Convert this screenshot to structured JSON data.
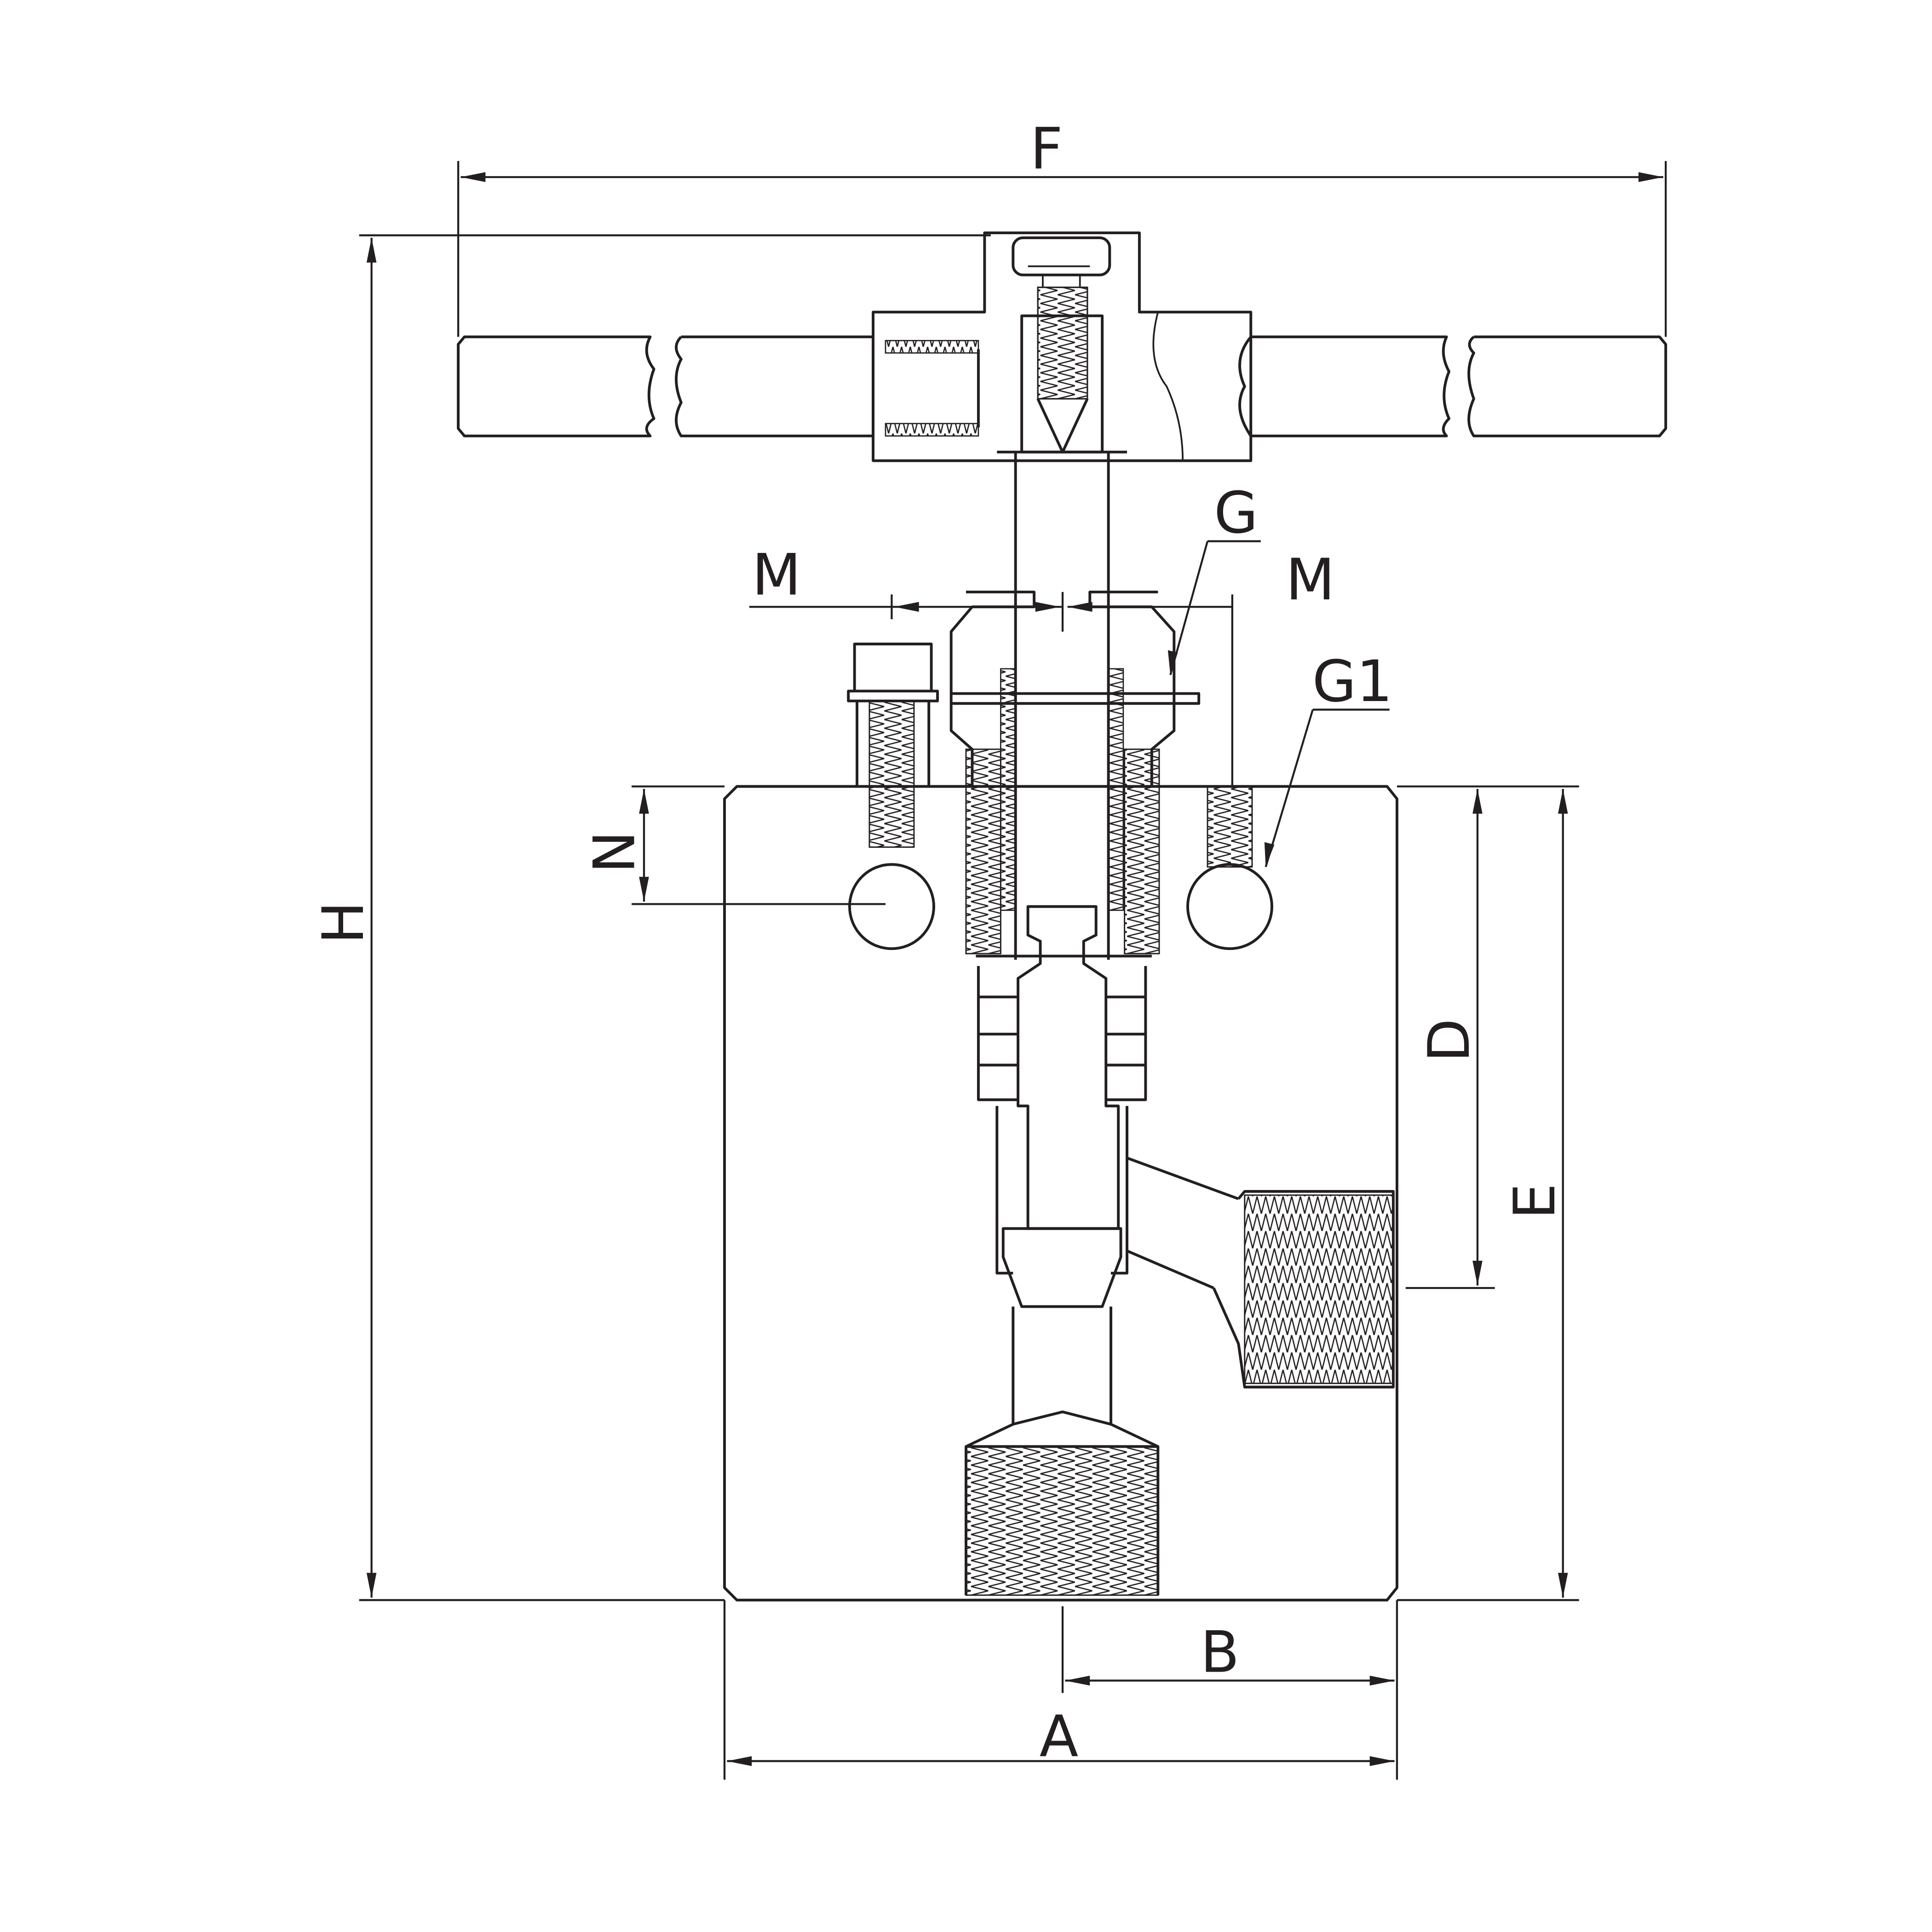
{
  "drawing": {
    "title": "Needle valve dimensional drawing",
    "labels": {
      "F": "F",
      "H": "H",
      "G": "G",
      "G1": "G1",
      "M_left": "M",
      "M_right": "M",
      "N": "N",
      "D": "D",
      "E": "E",
      "A": "A",
      "B": "B"
    },
    "line_color": "#231f20",
    "background": "#ffffff"
  }
}
